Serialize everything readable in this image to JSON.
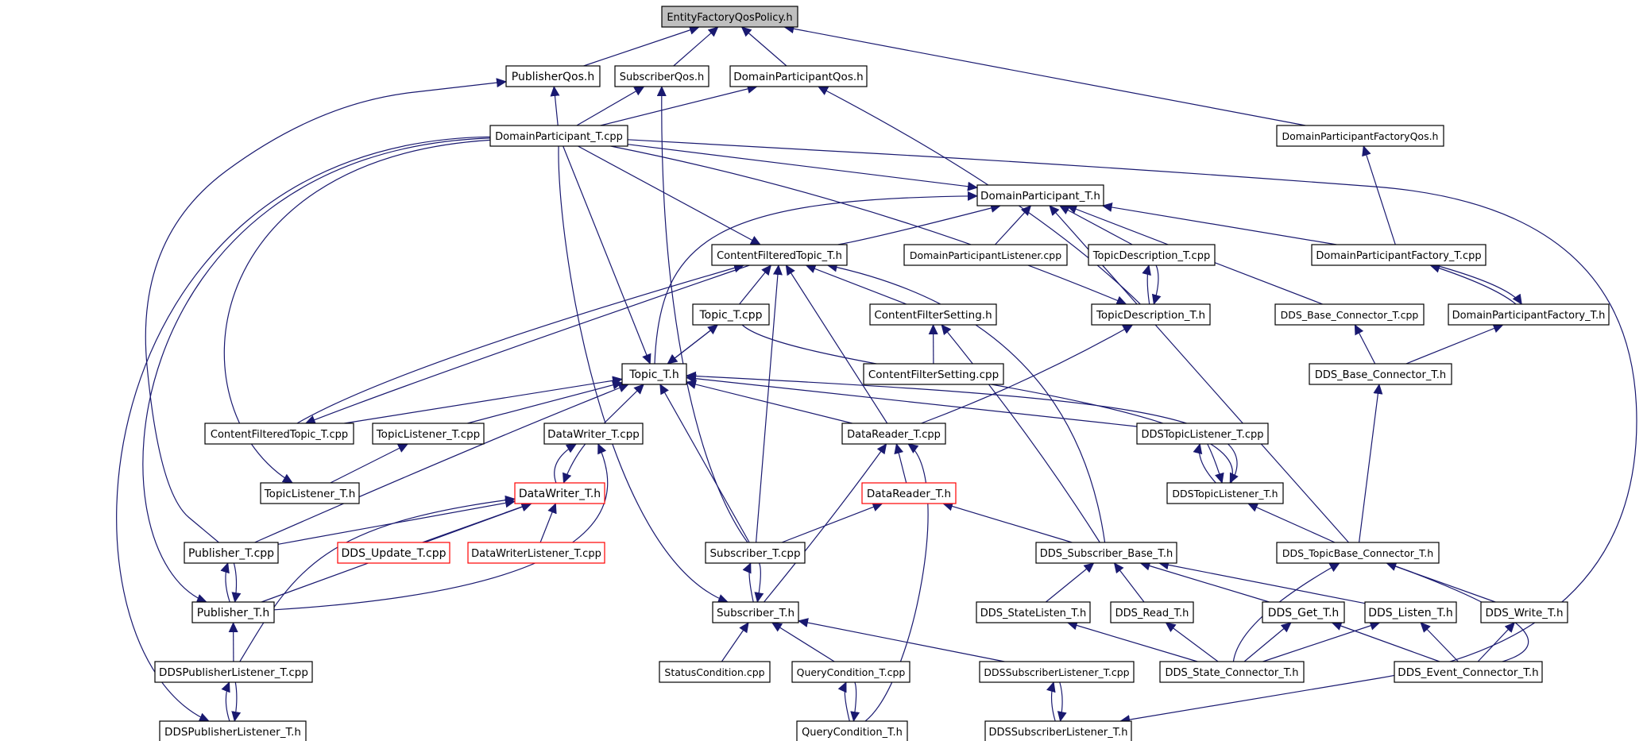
{
  "diagram": {
    "colors": {
      "edge": "#191970",
      "node_border": "#000000",
      "node_border_incomplete": "#ff0000",
      "root_fill": "#bfbfbf",
      "node_fill": "#ffffff"
    },
    "nodes": [
      {
        "id": "n01",
        "label": "EntityFactoryQosPolicy.h",
        "root": true
      },
      {
        "id": "n02",
        "label": "PublisherQos.h"
      },
      {
        "id": "n03",
        "label": "SubscriberQos.h"
      },
      {
        "id": "n04",
        "label": "DomainParticipantQos.h"
      },
      {
        "id": "n05",
        "label": "DomainParticipant_T.cpp"
      },
      {
        "id": "n06",
        "label": "DomainParticipantFactoryQos.h"
      },
      {
        "id": "n07",
        "label": "DomainParticipant_T.h"
      },
      {
        "id": "n08",
        "label": "ContentFilteredTopic_T.h"
      },
      {
        "id": "n09",
        "label": "DomainParticipantListener.cpp"
      },
      {
        "id": "n10",
        "label": "TopicDescription_T.cpp"
      },
      {
        "id": "n11",
        "label": "DomainParticipantFactory_T.cpp"
      },
      {
        "id": "n12",
        "label": "Topic_T.cpp"
      },
      {
        "id": "n13",
        "label": "ContentFilterSetting.h"
      },
      {
        "id": "n14",
        "label": "TopicDescription_T.h"
      },
      {
        "id": "n15",
        "label": "DDS_Base_Connector_T.cpp"
      },
      {
        "id": "n16",
        "label": "DomainParticipantFactory_T.h"
      },
      {
        "id": "n17",
        "label": "Topic_T.h"
      },
      {
        "id": "n18",
        "label": "ContentFilterSetting.cpp"
      },
      {
        "id": "n19",
        "label": "DDS_Base_Connector_T.h"
      },
      {
        "id": "n20",
        "label": "ContentFilteredTopic_T.cpp"
      },
      {
        "id": "n21",
        "label": "TopicListener_T.cpp"
      },
      {
        "id": "n22",
        "label": "DataWriter_T.cpp"
      },
      {
        "id": "n23",
        "label": "DataReader_T.cpp"
      },
      {
        "id": "n24",
        "label": "DDSTopicListener_T.cpp"
      },
      {
        "id": "n25",
        "label": "TopicListener_T.h"
      },
      {
        "id": "n26",
        "label": "DataWriter_T.h",
        "incomplete": true
      },
      {
        "id": "n27",
        "label": "DataReader_T.h",
        "incomplete": true
      },
      {
        "id": "n28",
        "label": "DDSTopicListener_T.h"
      },
      {
        "id": "n29",
        "label": "Publisher_T.cpp"
      },
      {
        "id": "n30",
        "label": "DDS_Update_T.cpp",
        "incomplete": true
      },
      {
        "id": "n31",
        "label": "DataWriterListener_T.cpp",
        "incomplete": true
      },
      {
        "id": "n32",
        "label": "Subscriber_T.cpp"
      },
      {
        "id": "n33",
        "label": "DDS_Subscriber_Base_T.h"
      },
      {
        "id": "n34",
        "label": "DDS_TopicBase_Connector_T.h"
      },
      {
        "id": "n35",
        "label": "Publisher_T.h"
      },
      {
        "id": "n36",
        "label": "Subscriber_T.h"
      },
      {
        "id": "n37",
        "label": "DDS_StateListen_T.h"
      },
      {
        "id": "n38",
        "label": "DDS_Read_T.h"
      },
      {
        "id": "n39",
        "label": "DDS_Get_T.h"
      },
      {
        "id": "n40",
        "label": "DDS_Listen_T.h"
      },
      {
        "id": "n41",
        "label": "DDS_Write_T.h"
      },
      {
        "id": "n42",
        "label": "DDSPublisherListener_T.cpp"
      },
      {
        "id": "n43",
        "label": "StatusCondition.cpp"
      },
      {
        "id": "n44",
        "label": "QueryCondition_T.cpp"
      },
      {
        "id": "n45",
        "label": "DDSSubscriberListener_T.cpp"
      },
      {
        "id": "n46",
        "label": "DDS_State_Connector_T.h"
      },
      {
        "id": "n47",
        "label": "DDS_Event_Connector_T.h"
      },
      {
        "id": "n48",
        "label": "DDSPublisherListener_T.h"
      },
      {
        "id": "n49",
        "label": "QueryCondition_T.h"
      },
      {
        "id": "n50",
        "label": "DDSSubscriberListener_T.h"
      }
    ]
  }
}
